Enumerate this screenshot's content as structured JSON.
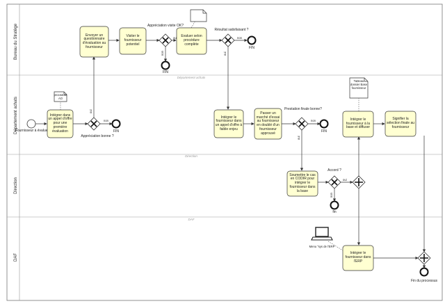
{
  "lanes": [
    {
      "label": "Bureau du Stratège"
    },
    {
      "label": "Département achats"
    },
    {
      "label": "Direction"
    },
    {
      "label": "DAF"
    }
  ],
  "separators": [
    "Département achats",
    "Direction",
    "DAF"
  ],
  "tasks": {
    "integrer_appel": "Intégrer dans un appel d'offre pour une première évaluation",
    "envoyer_questionnaire": "Envoyer un questionnaire d'évaluation au fournisseur",
    "visiter": "Visiter le fournisseur potentiel",
    "evaluer": "Evaluer selon procédure complète",
    "integrer_faible": "Intégrer le fournisseur dans un appel d'offre à faible enjeu",
    "passer_marche": "Passer un marché d'essai au fournisseur en doublé d'un fournisseur approuvé",
    "soumettre": "Soumettre le cas en CODIR pour intégrer le fournisseur dans la base",
    "integrer_base": "Intégrer le fournisseur à la base et diffuser",
    "signifier": "Signifier la sélection finale au fournisseur",
    "integrer_erp": "Intégrer le fournisseur dans l'ERP"
  },
  "documents": {
    "procedure": "procédure AO",
    "tableau": "Tableau dossier Base fournisseur"
  },
  "gateways": {
    "appreciation_bonne": "Appréciation bonne ?",
    "appreciation_visite": "Appréciation visite OK?",
    "resultat": "Résultat satisfaisant ?",
    "prestation": "Prestation finale bonne?",
    "accord": "Accord ?"
  },
  "flow_labels": {
    "oui": "oui",
    "non": "non"
  },
  "events": {
    "start": "Fournisseur à évaluer",
    "fin": "FIN",
    "fin_lower": "fin",
    "fin_processus": "Fin du processus"
  },
  "system": {
    "label": "Menu \"sys de l'ERP"
  }
}
